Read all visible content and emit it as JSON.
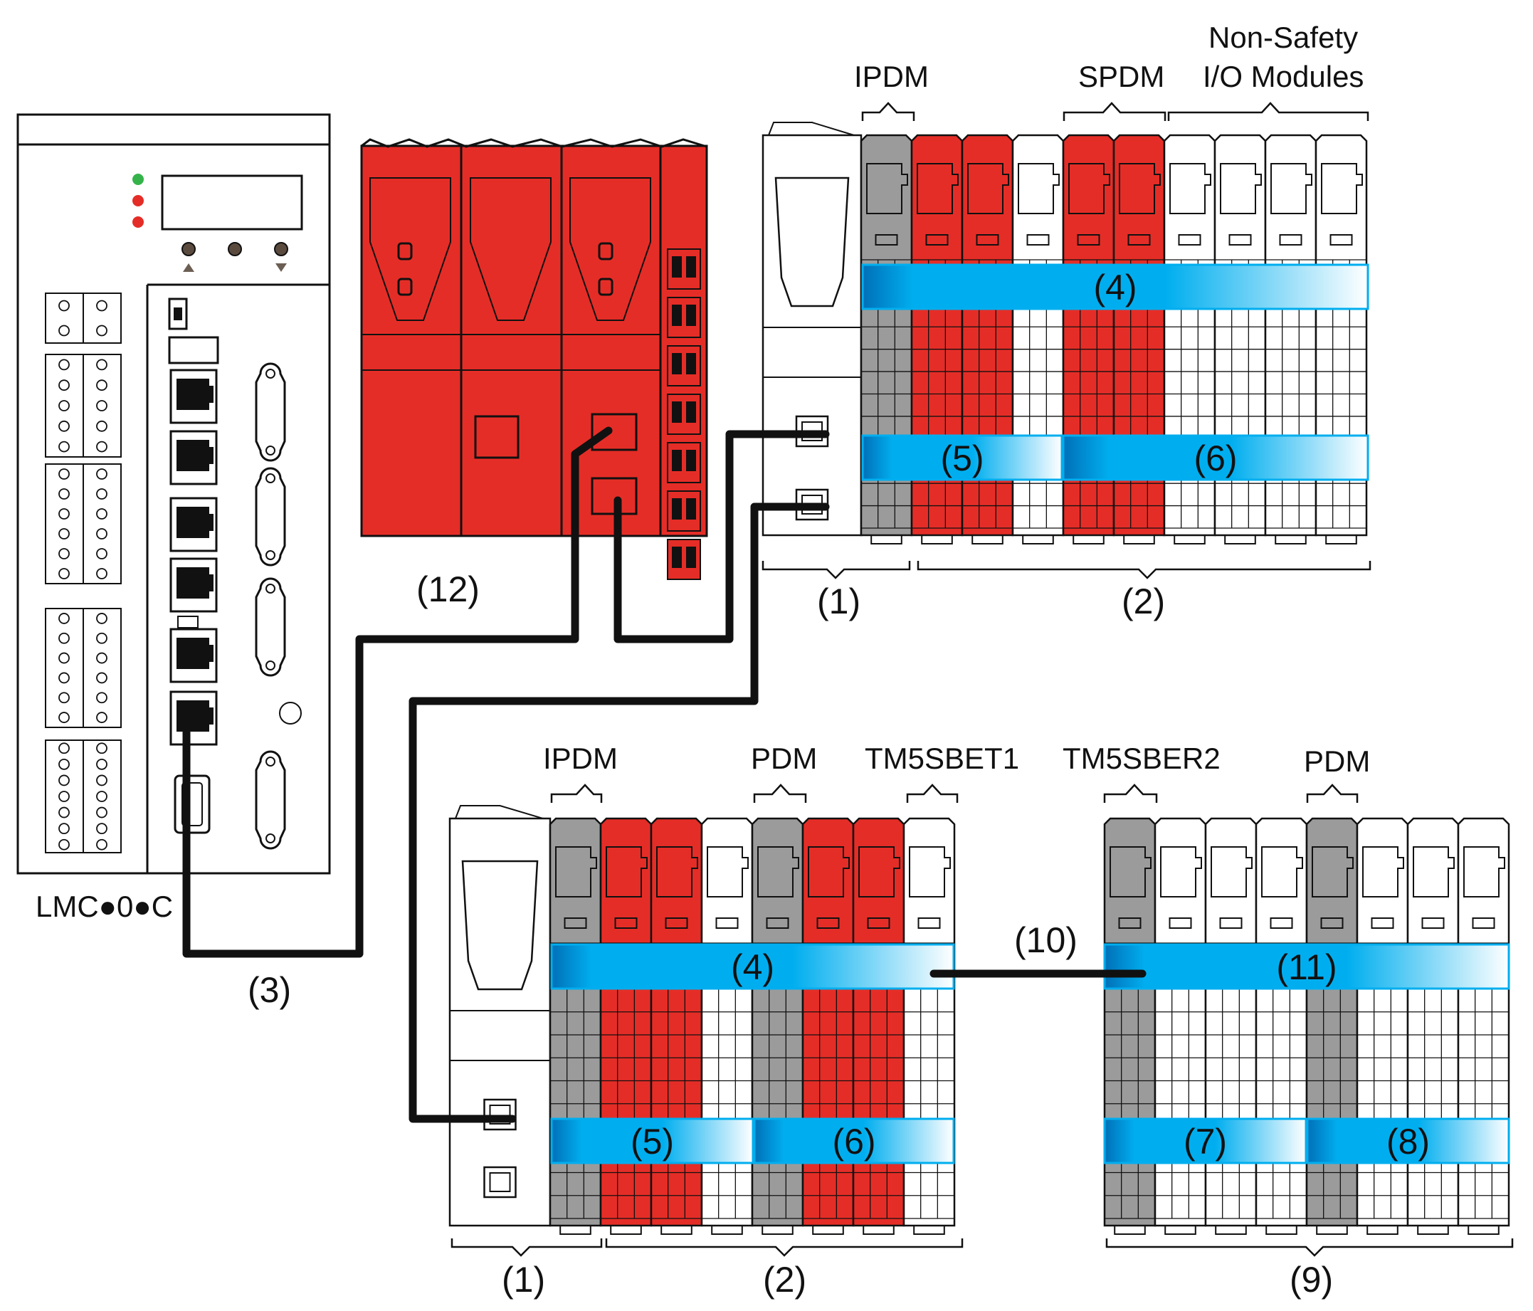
{
  "controller_label": "LMC●0●C",
  "top_labels": {
    "ipdm": "IPDM",
    "spdm": "SPDM",
    "non_safety_line1": "Non-Safety",
    "non_safety_line2": "I/O Modules"
  },
  "bottom_labels": {
    "ipdm": "IPDM",
    "pdm1": "PDM",
    "tm5sbet1": "TM5SBET1",
    "tm5sber2": "TM5SBER2",
    "pdm2": "PDM"
  },
  "bus_labels": {
    "top_power": "(4)",
    "top_in": "(5)",
    "top_out": "(6)",
    "bot_power": "(4)",
    "bot_in": "(5)",
    "bot_out": "(6)",
    "exp_power": "(11)",
    "exp_in": "(7)",
    "exp_out": "(8)"
  },
  "callouts": {
    "c12": "(12)",
    "c1_top": "(1)",
    "c2_top": "(2)",
    "c3": "(3)",
    "c1_bot": "(1)",
    "c2_bot": "(2)",
    "c10": "(10)",
    "c9": "(9)"
  },
  "colors": {
    "safety_red": "#e52d27",
    "power_gray": "#9b9b9b",
    "bus_blue": "#00aeef",
    "led_green": "#35b34a",
    "led_red": "#e52d27"
  },
  "top_rack_modules": [
    "white",
    "white",
    "gray",
    "red",
    "red",
    "white",
    "red",
    "red",
    "white",
    "white",
    "white",
    "white"
  ],
  "bottom_rack_modules": [
    "white",
    "white",
    "gray",
    "red",
    "red",
    "white",
    "gray",
    "red",
    "red",
    "white"
  ],
  "expansion_rack_modules": [
    "gray",
    "white",
    "white",
    "white",
    "gray",
    "white",
    "white",
    "white"
  ]
}
